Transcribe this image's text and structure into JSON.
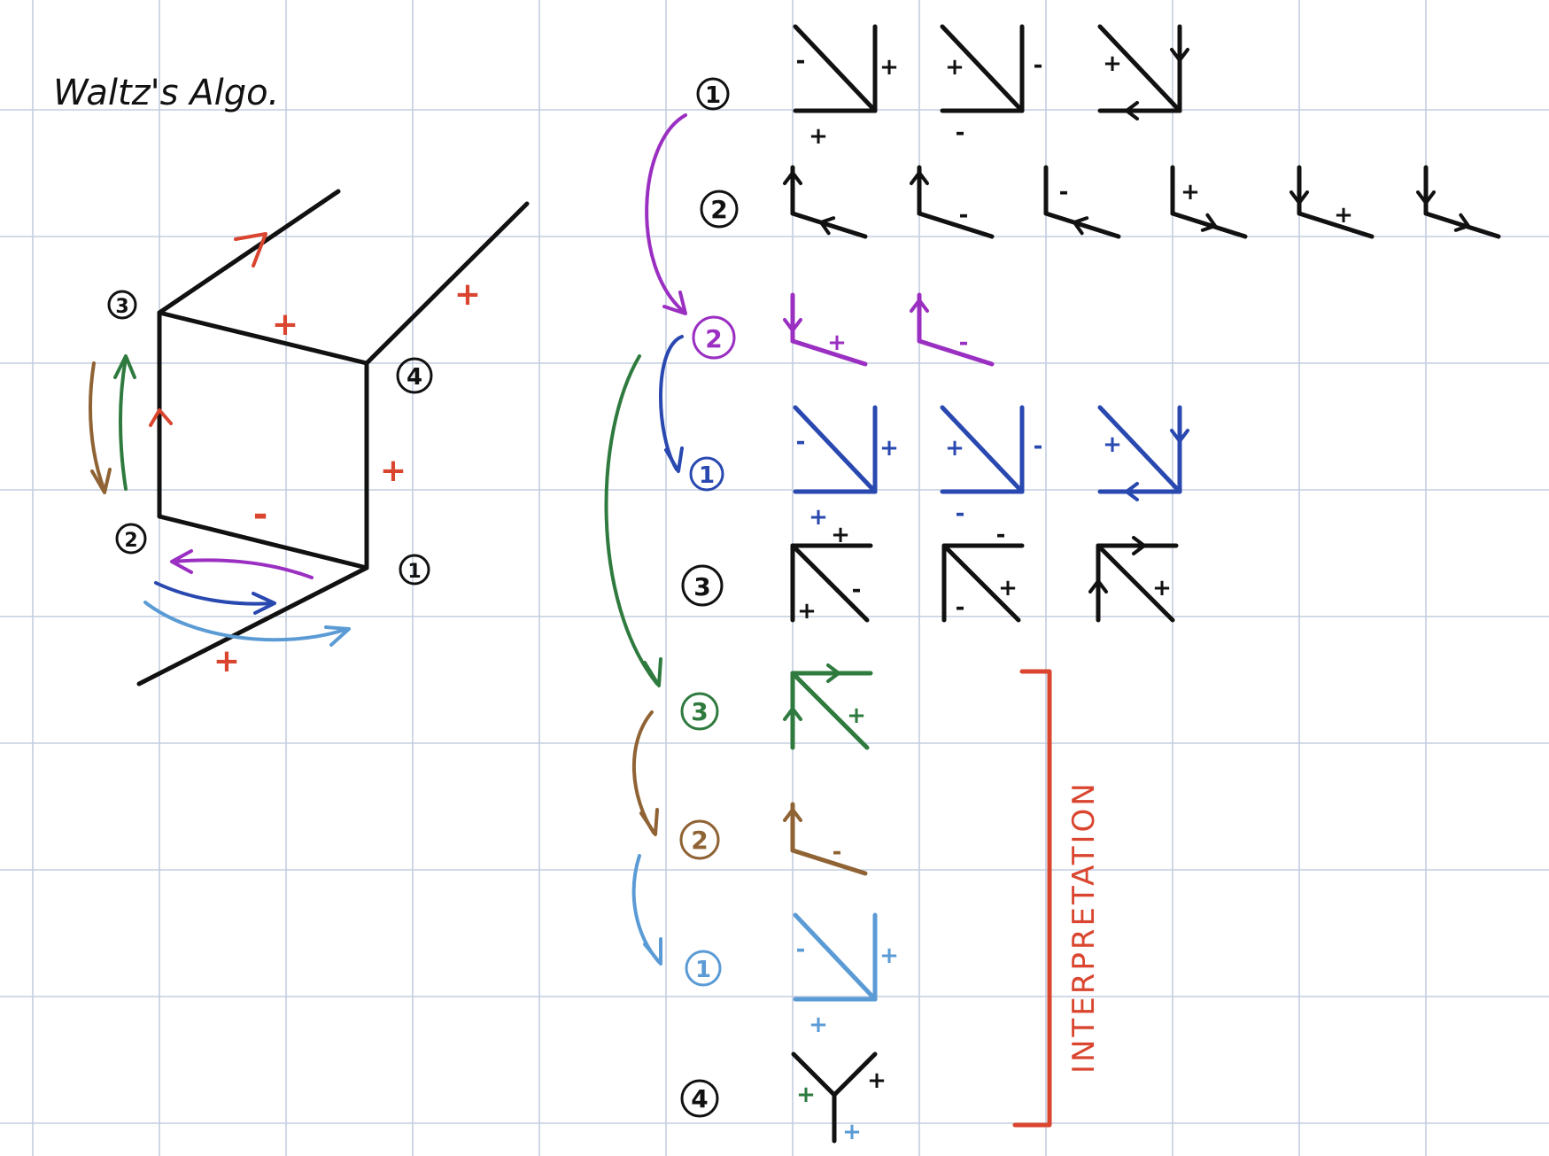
{
  "title": "Waltz's Algo.",
  "side_label": "INTERPRETATION",
  "colors": {
    "ink": "#111111",
    "red": "#d9452f",
    "purple": "#9a2fc2",
    "blue_dark": "#2948b0",
    "green": "#2f7a3e",
    "brown": "#8f6334",
    "blue_light": "#5b9bd5",
    "grid": "#c3cde0"
  },
  "cube_vertex_labels": [
    "3",
    "4",
    "2",
    "1"
  ],
  "cube_edge_marks": [
    "+",
    "+",
    "+",
    "-",
    "+"
  ],
  "row_labels": [
    "1",
    "2",
    "2",
    "1",
    "3",
    "3",
    "2",
    "1",
    "4"
  ],
  "mark_plus": "+",
  "mark_minus": "-"
}
